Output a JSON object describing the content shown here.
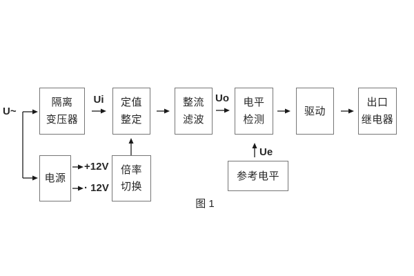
{
  "diagram": {
    "caption": "图 1",
    "input_label": "U~",
    "signals": {
      "ui": "Ui",
      "uo": "Uo",
      "ue": "Ue",
      "plus12v": "+12V",
      "minus12v": "· 12V"
    },
    "blocks": {
      "isolation_transformer": {
        "line1": "隔离",
        "line2": "变压器"
      },
      "setpoint_setting": {
        "line1": "定值",
        "line2": "整定"
      },
      "rectifier_filter": {
        "line1": "整流",
        "line2": "滤波"
      },
      "level_detection": {
        "line1": "电平",
        "line2": "检测"
      },
      "driver": {
        "label": "驱动"
      },
      "output_relay": {
        "line1": "出口",
        "line2": "继电器"
      },
      "power_supply": {
        "label": "电源"
      },
      "ratio_switch": {
        "line1": "倍率",
        "line2": "切换"
      },
      "reference_level": {
        "label": "参考电平"
      }
    },
    "colors": {
      "background": "#ffffff",
      "border": "#757575",
      "text": "#262626",
      "arrow": "#1a1a1a"
    }
  }
}
